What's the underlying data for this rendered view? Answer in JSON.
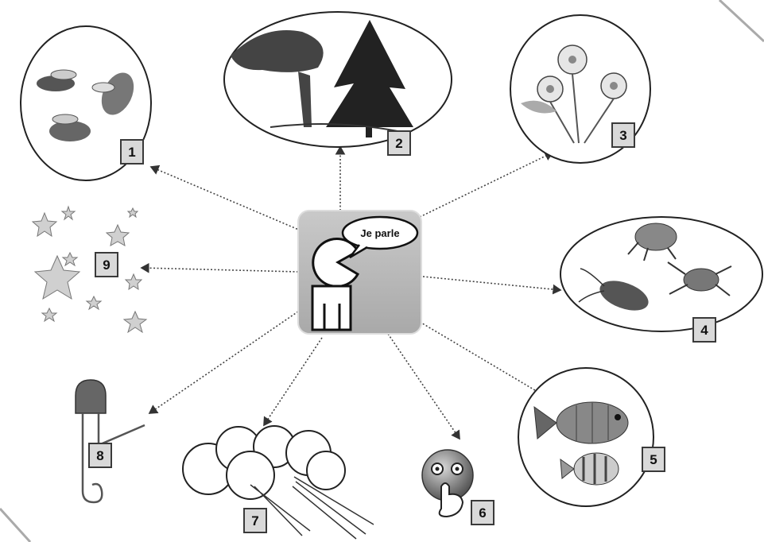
{
  "center": {
    "speech_text": "Je parle"
  },
  "items": [
    {
      "number": "1",
      "icon": "bees-icon"
    },
    {
      "number": "2",
      "icon": "trees-icon"
    },
    {
      "number": "3",
      "icon": "flowers-icon"
    },
    {
      "number": "4",
      "icon": "insects-icon"
    },
    {
      "number": "5",
      "icon": "fish-icon"
    },
    {
      "number": "6",
      "icon": "shush-face-icon"
    },
    {
      "number": "7",
      "icon": "wind-cloud-icon"
    },
    {
      "number": "8",
      "icon": "safety-pin-icon"
    },
    {
      "number": "9",
      "icon": "stars-icon"
    }
  ]
}
